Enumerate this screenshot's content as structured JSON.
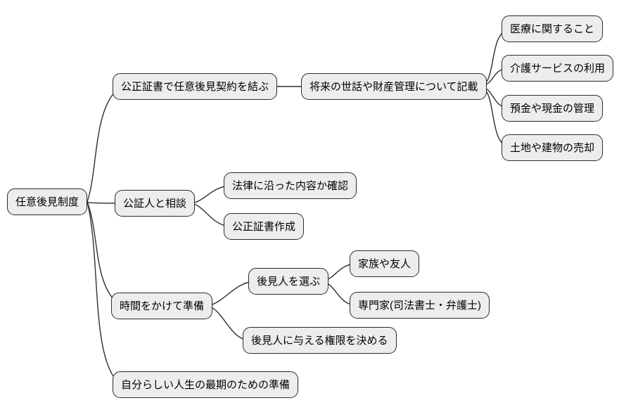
{
  "diagram": {
    "type": "mindmap",
    "direction": "left-to-right",
    "nodes": {
      "root": {
        "label": "任意後見制度"
      },
      "b1": {
        "label": "公正証書で任意後見契約を結ぶ"
      },
      "b1c": {
        "label": "将来の世話や財産管理について記載"
      },
      "l1": {
        "label": "医療に関すること"
      },
      "l2": {
        "label": "介護サービスの利用"
      },
      "l3": {
        "label": "預金や現金の管理"
      },
      "l4": {
        "label": "土地や建物の売却"
      },
      "b2": {
        "label": "公証人と相談"
      },
      "b2c1": {
        "label": "法律に沿った内容か確認"
      },
      "b2c2": {
        "label": "公正証書作成"
      },
      "b3": {
        "label": "時間をかけて準備"
      },
      "b3c1": {
        "label": "後見人を選ぶ"
      },
      "b3c1a": {
        "label": "家族や友人"
      },
      "b3c1b": {
        "label": "専門家(司法書士・弁護士)"
      },
      "b3c2": {
        "label": "後見人に与える権限を決める"
      },
      "b4": {
        "label": "自分らしい人生の最期のための準備"
      }
    },
    "edges": [
      {
        "from": "root",
        "to": "b1"
      },
      {
        "from": "root",
        "to": "b2"
      },
      {
        "from": "root",
        "to": "b3"
      },
      {
        "from": "root",
        "to": "b4"
      },
      {
        "from": "b1",
        "to": "b1c"
      },
      {
        "from": "b1c",
        "to": "l1"
      },
      {
        "from": "b1c",
        "to": "l2"
      },
      {
        "from": "b1c",
        "to": "l3"
      },
      {
        "from": "b1c",
        "to": "l4"
      },
      {
        "from": "b2",
        "to": "b2c1"
      },
      {
        "from": "b2",
        "to": "b2c2"
      },
      {
        "from": "b3",
        "to": "b3c1"
      },
      {
        "from": "b3",
        "to": "b3c2"
      },
      {
        "from": "b3c1",
        "to": "b3c1a"
      },
      {
        "from": "b3c1",
        "to": "b3c1b"
      }
    ],
    "colors": {
      "background": "#ffffff",
      "node_fill": "#ededed",
      "node_border": "#2b2b2b",
      "edge": "#2f2f2f",
      "text": "#000000"
    }
  }
}
